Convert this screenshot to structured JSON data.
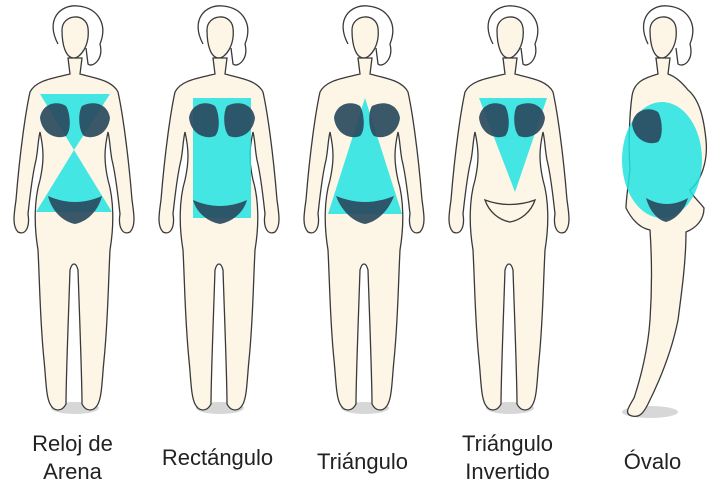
{
  "colors": {
    "body_fill": "#fdf6e6",
    "outline": "#3a3a3a",
    "shape_fill": "#22e3e0",
    "bikini": "#2a4a5e",
    "shadow": "#bdbdbd",
    "hair_fill": "#ffffff"
  },
  "figures": [
    {
      "shape": "hourglass",
      "label_lines": [
        "Reloj de",
        "Arena"
      ]
    },
    {
      "shape": "rectangle",
      "label_lines": [
        "Rectángulo"
      ]
    },
    {
      "shape": "triangle",
      "label_lines": [
        "Triángulo"
      ]
    },
    {
      "shape": "inverted-triangle",
      "label_lines": [
        "Triángulo",
        "Invertido"
      ]
    },
    {
      "shape": "oval",
      "label_lines": [
        "Óvalo"
      ]
    }
  ]
}
